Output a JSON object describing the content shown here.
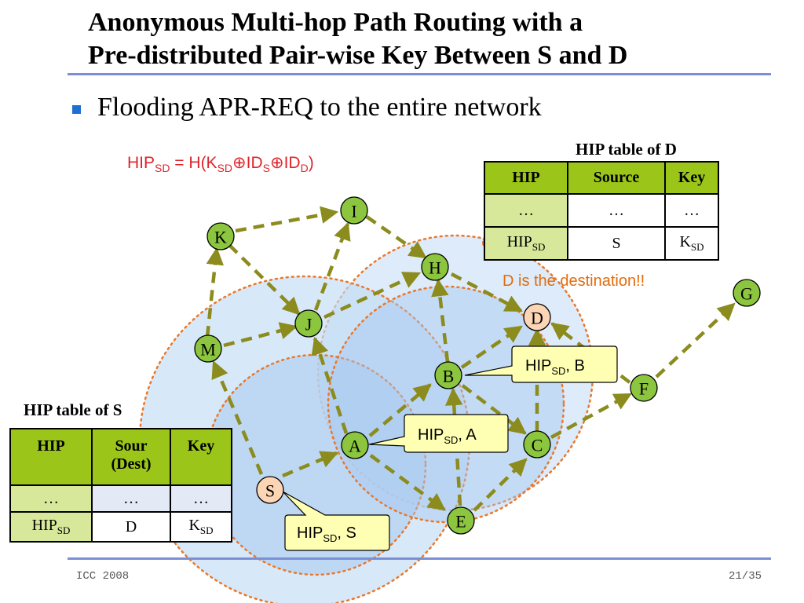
{
  "title": {
    "line1": "Anonymous Multi-hop Path Routing with a",
    "line2": "Pre-distributed Pair-wise Key Between S and D"
  },
  "bullet": "Flooding APR-REQ to the entire network",
  "formula": {
    "hip": "HIP",
    "sd": "SD",
    "eq": " = H(K",
    "sd2": "SD",
    "op1": "⊕ID",
    "s": "S",
    "op2": "⊕ID",
    "d": "D",
    "close": ")"
  },
  "note_destination": "D is the destination!!",
  "nodes": [
    {
      "id": "I",
      "color": "#8cc63f"
    },
    {
      "id": "K",
      "color": "#8cc63f"
    },
    {
      "id": "H",
      "color": "#8cc63f"
    },
    {
      "id": "G",
      "color": "#8cc63f"
    },
    {
      "id": "D",
      "color": "#fcd5b4"
    },
    {
      "id": "J",
      "color": "#8cc63f"
    },
    {
      "id": "M",
      "color": "#8cc63f"
    },
    {
      "id": "B",
      "color": "#8cc63f"
    },
    {
      "id": "F",
      "color": "#8cc63f"
    },
    {
      "id": "A",
      "color": "#8cc63f"
    },
    {
      "id": "C",
      "color": "#8cc63f"
    },
    {
      "id": "S",
      "color": "#fcd5b4"
    },
    {
      "id": "E",
      "color": "#8cc63f"
    }
  ],
  "callouts": {
    "b": {
      "hip": "HIP",
      "sub": "SD",
      "rest": ", B"
    },
    "a": {
      "hip": "HIP",
      "sub": "SD",
      "rest": ", A"
    },
    "s": {
      "hip": "HIP",
      "sub": "SD",
      "rest": ", S"
    }
  },
  "table_d": {
    "title": "HIP table of D",
    "headers": [
      "HIP",
      "Source",
      "Key"
    ],
    "row1": [
      "…",
      "…",
      "…"
    ],
    "row2": {
      "hip": "HIP",
      "hip_sub": "SD",
      "source": "S",
      "key": "K",
      "key_sub": "SD"
    }
  },
  "table_s": {
    "title": "HIP table of S",
    "headers": [
      "HIP",
      "Sour (Dest)",
      "Key"
    ],
    "header_src_line1": "Sour",
    "header_src_line2": "(Dest)",
    "row1": [
      "…",
      "…",
      "…"
    ],
    "row2": {
      "hip": "HIP",
      "hip_sub": "SD",
      "dest": "D",
      "key": "K",
      "key_sub": "SD"
    }
  },
  "footer": {
    "left": "ICC 2008",
    "right": "21/35"
  },
  "colors": {
    "accent_rule": "#7b8fd6",
    "arrow": "#8b8b1e",
    "range_circle": "#e9782b",
    "formula": "#e0242a"
  }
}
